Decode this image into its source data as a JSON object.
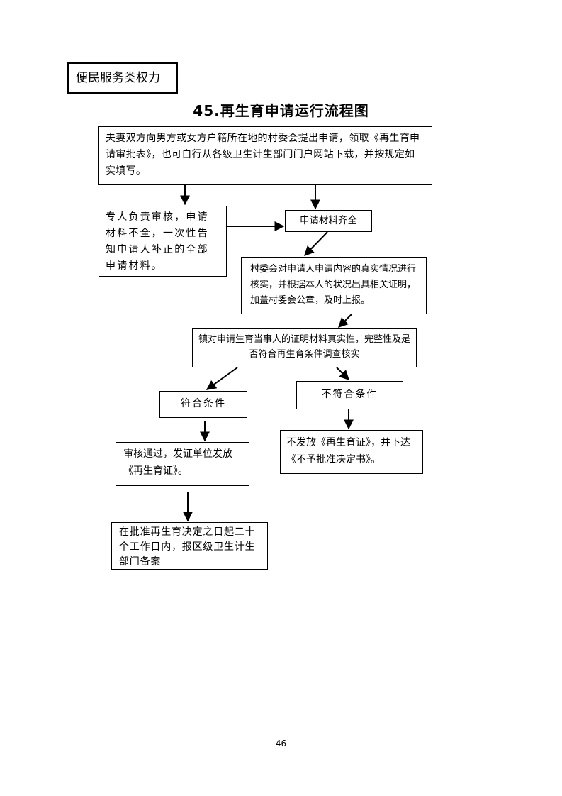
{
  "category": "便民服务类权力",
  "title": "45.再生育申请运行流程图",
  "steps": {
    "apply": "夫妻双方向男方或女方户籍所在地的村委会提出申请，领取《再生育申请审批表》，也可自行从各级卫生计生部门门户网站下载，并按规定如实填写。",
    "review": "专人负责审核，申请材料不全，一次性告知申请人补正的全部申请材料。",
    "complete": "申请材料齐全",
    "verify": "村委会对申请人申请内容的真实情况进行核实，并根据本人的状况出具相关证明，加盖村委会公章，及时上报。",
    "town_check": "镇对申请生育当事人的证明材料真实性，完整性及是否符合再生育条件调查核实",
    "not_qualified": "不符合条件",
    "qualified": "符合条件",
    "approved": "审核通过，发证单位发放《再生育证》。",
    "rejected": "不发放《再生育证》，并下达《不予批准决定书》。",
    "filing": "在批准再生育决定之日起二十个工作日内，报区级卫生计生部门备案"
  },
  "page_number": "46"
}
